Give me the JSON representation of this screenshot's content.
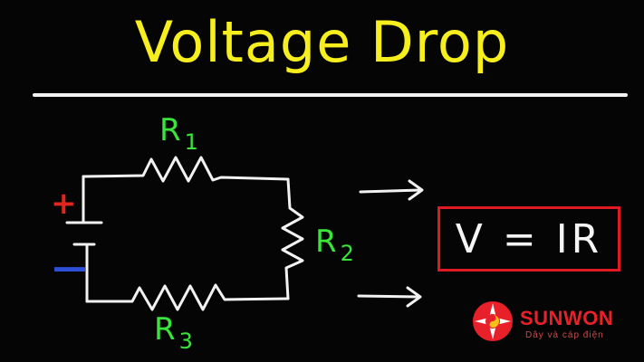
{
  "title": "Voltage Drop",
  "labels": {
    "r1": {
      "letter": "R",
      "index": "1"
    },
    "r2": {
      "letter": "R",
      "index": "2"
    },
    "r3": {
      "letter": "R",
      "index": "3"
    }
  },
  "battery": {
    "plus": "+",
    "minus": "—"
  },
  "formula": "V = IR",
  "logo": {
    "name": "SUNWON",
    "tagline": "Dây và cáp điện"
  },
  "colors": {
    "title": "#f6ee1d",
    "wire": "#f2f2f2",
    "label": "#39e53a",
    "plus": "#e0261f",
    "minus": "#2e4fd8",
    "formula_border": "#e01a22",
    "logo": "#e8202a"
  }
}
